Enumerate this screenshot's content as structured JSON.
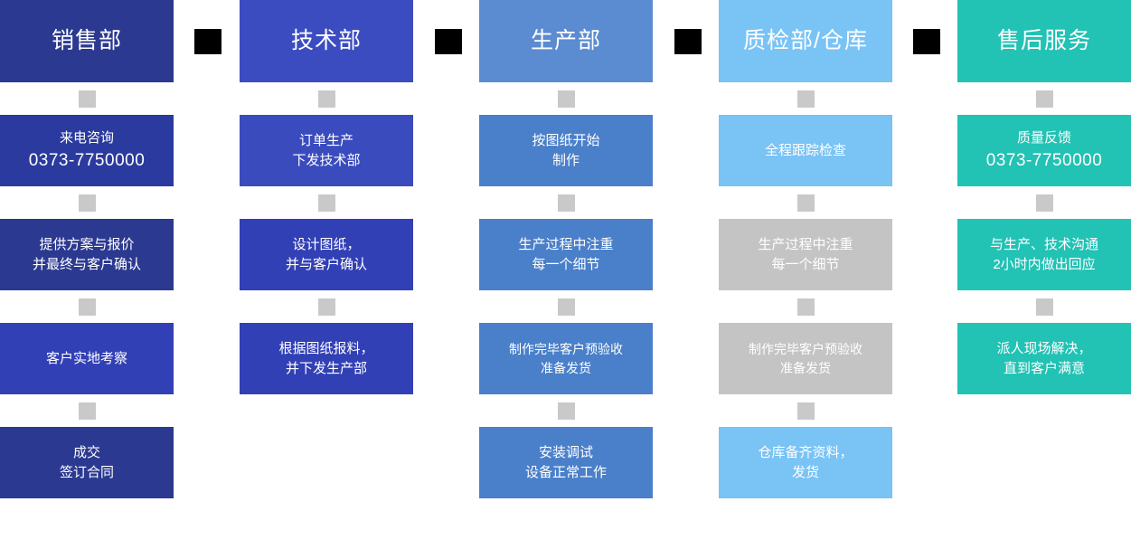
{
  "diagram": {
    "type": "flowchart",
    "columns": [
      {
        "id": "sales",
        "header": "销售部",
        "header_color": "#2b3990",
        "steps": [
          {
            "color": "#2a3a9e",
            "lines": [
              "来电咨询",
              "0373-7750000"
            ],
            "emphasis": [
              false,
              true
            ]
          },
          {
            "color": "#2b3990",
            "lines": [
              "提供方案与报价",
              "并最终与客户确认"
            ],
            "emphasis": [
              false,
              false
            ]
          },
          {
            "color": "#3240b5",
            "lines": [
              "客户实地考察"
            ],
            "emphasis": [
              false,
              false
            ]
          },
          {
            "color": "#2b3990",
            "lines": [
              "成交",
              "签订合同"
            ],
            "emphasis": [
              false,
              false
            ]
          }
        ]
      },
      {
        "id": "technology",
        "header": "技术部",
        "header_color": "#3b4cc0",
        "steps": [
          {
            "color": "#3a4bbe",
            "lines": [
              "订单生产",
              "下发技术部"
            ],
            "emphasis": [
              false,
              false
            ]
          },
          {
            "color": "#3240b5",
            "lines": [
              "设计图纸，",
              "并与客户确认"
            ],
            "emphasis": [
              false,
              false
            ]
          },
          {
            "color": "#3240b5",
            "lines": [
              "根据图纸报料，",
              "并下发生产部"
            ],
            "emphasis": [
              false,
              false
            ]
          }
        ]
      },
      {
        "id": "production",
        "header": "生产部",
        "header_color": "#5b8bd0",
        "steps": [
          {
            "color": "#4a7fc9",
            "lines": [
              "按图纸开始",
              "制作"
            ],
            "emphasis": [
              false,
              false
            ]
          },
          {
            "color": "#4a7fc9",
            "lines": [
              "生产过程中注重",
              "每一个细节"
            ],
            "emphasis": [
              false,
              false
            ]
          },
          {
            "color": "#4a7fc9",
            "lines": [
              "制作完毕客户预验收",
              "准备发货"
            ],
            "emphasis": [
              false,
              false
            ]
          },
          {
            "color": "#4a7fc9",
            "lines": [
              "安装调试",
              "设备正常工作"
            ],
            "emphasis": [
              false,
              false
            ]
          }
        ]
      },
      {
        "id": "quality-warehouse",
        "header": "质检部/仓库",
        "header_color": "#79c3f5",
        "steps": [
          {
            "color": "#79c3f5",
            "lines": [
              "全程跟踪检查"
            ],
            "emphasis": [
              false,
              false
            ]
          },
          {
            "color": "#c4c4c4",
            "lines": [
              "生产过程中注重",
              "每一个细节"
            ],
            "emphasis": [
              false,
              false
            ]
          },
          {
            "color": "#c4c4c4",
            "lines": [
              "制作完毕客户预验收",
              "准备发货"
            ],
            "emphasis": [
              false,
              false
            ]
          },
          {
            "color": "#79c3f5",
            "lines": [
              "仓库备齐资料，",
              "发货"
            ],
            "emphasis": [
              false,
              false
            ]
          }
        ]
      },
      {
        "id": "after-sales",
        "header": "售后服务",
        "header_color": "#22c2b4",
        "steps": [
          {
            "color": "#22c2b4",
            "lines": [
              "质量反馈",
              "0373-7750000"
            ],
            "emphasis": [
              false,
              true
            ]
          },
          {
            "color": "#22c2b4",
            "lines": [
              "与生产、技术沟通",
              "2小时内做出回应"
            ],
            "emphasis": [
              false,
              false
            ]
          },
          {
            "color": "#22c2b4",
            "lines": [
              "派人现场解决，",
              "直到客户满意"
            ],
            "emphasis": [
              false,
              false
            ]
          }
        ]
      }
    ],
    "connector_color_vertical": "#c9c9c9",
    "connector_color_horizontal": "#000000"
  }
}
